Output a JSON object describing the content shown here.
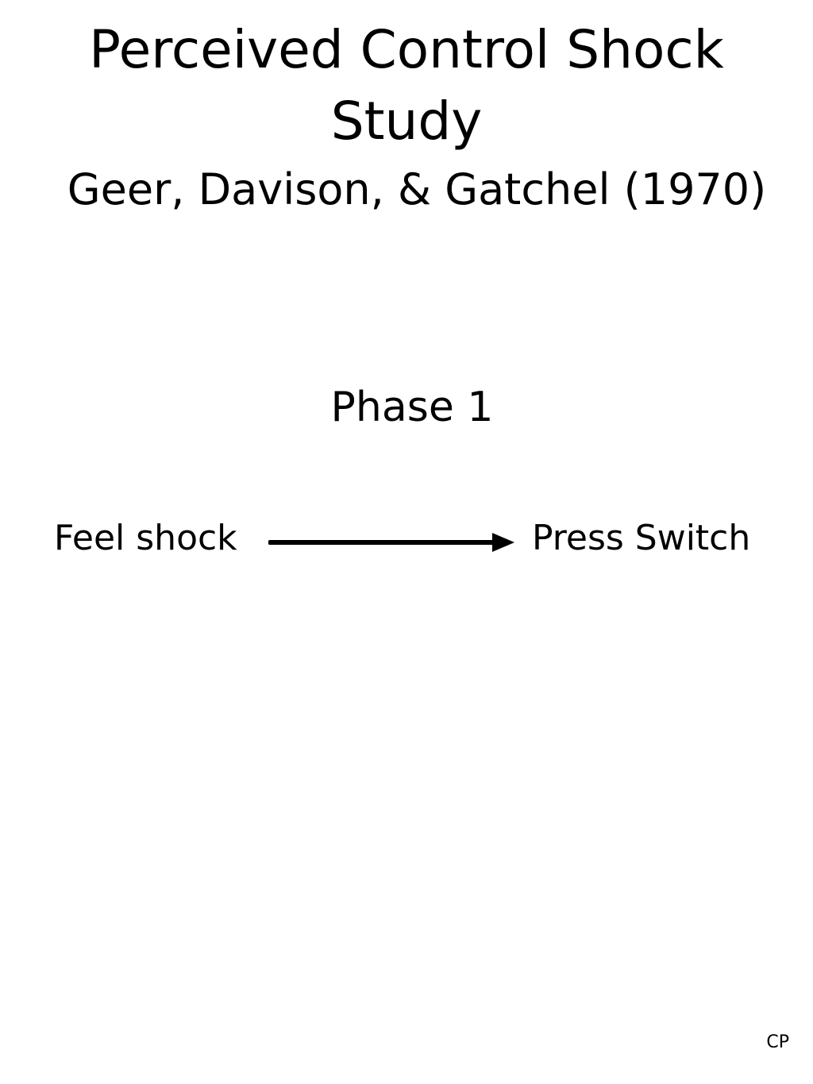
{
  "slide": {
    "title_line1": "Perceived Control Shock",
    "title_line2": "Study",
    "subtitle": "Geer, Davison, & Gatchel (1970)",
    "phase_label": "Phase 1",
    "flow": {
      "from": "Feel shock",
      "to": "Press Switch",
      "arrow_icon": "right-arrow-icon"
    },
    "footer": "CP"
  },
  "colors": {
    "background": "#ffffff",
    "text": "#000000"
  }
}
